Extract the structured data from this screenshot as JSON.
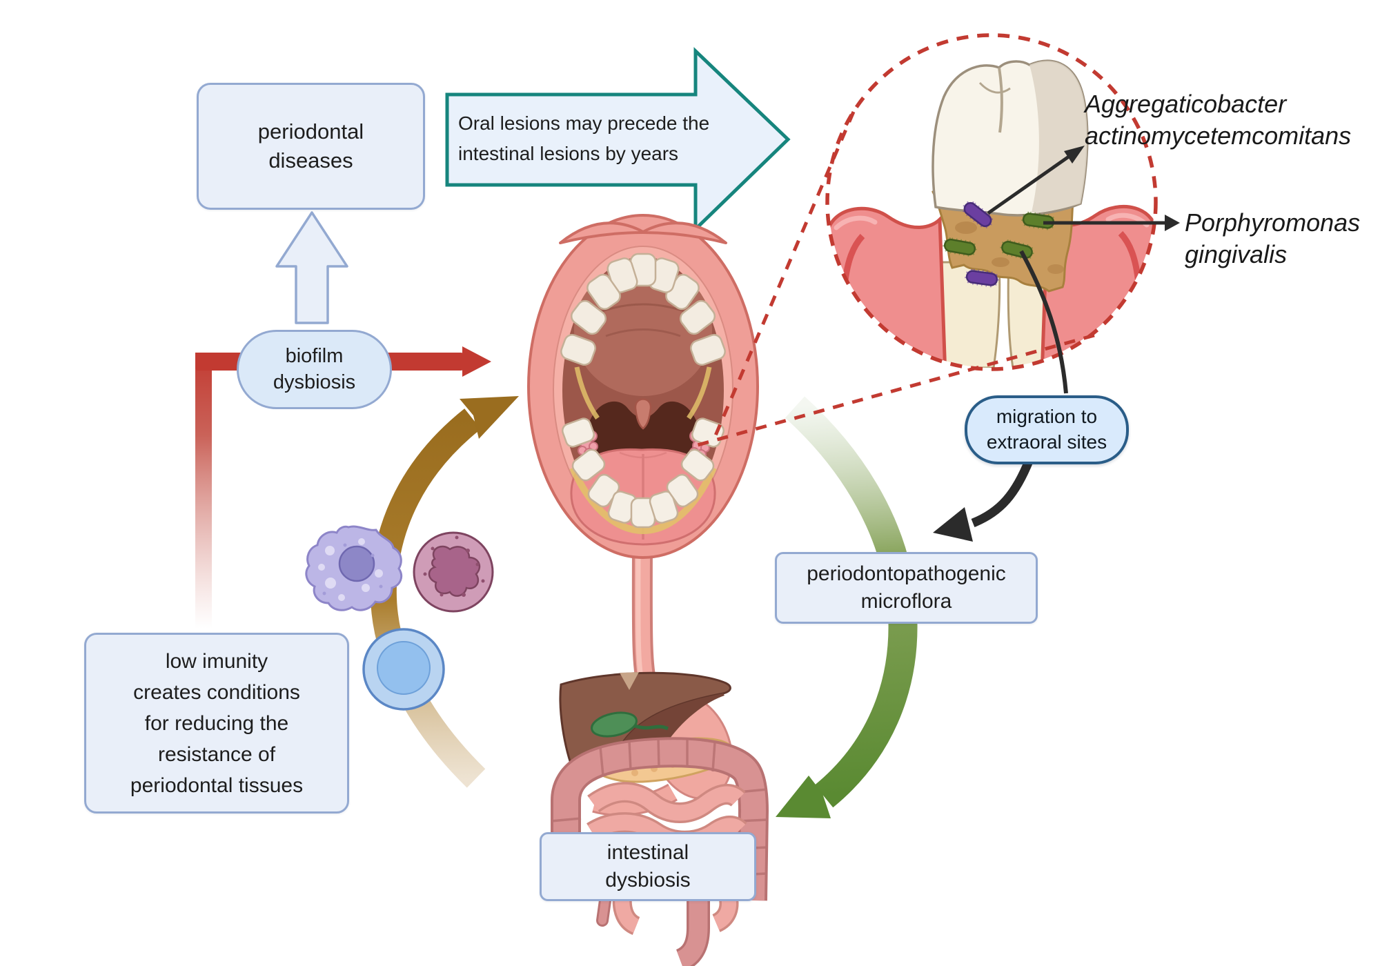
{
  "title": "Periodontal disease and intestinal dysbiosis pathway diagram",
  "boxes": {
    "periodontal_diseases": {
      "lines": [
        "periodontal",
        "diseases"
      ]
    },
    "oral_lesions_note": {
      "lines": [
        "Oral lesions may precede the",
        "intestinal lesions by years"
      ]
    },
    "biofilm_dysbiosis": {
      "lines": [
        "biofilm",
        "dysbiosis"
      ]
    },
    "low_immunity": {
      "lines": [
        "low imunity",
        "creates conditions",
        "for reducing the",
        "resistance of",
        "periodontal tissues"
      ]
    },
    "migration": {
      "lines": [
        "migration to",
        "extraoral sites"
      ]
    },
    "periodontopathogenic": {
      "lines": [
        "periodontopathogenic",
        "microflora"
      ]
    },
    "intestinal_dysbiosis": {
      "lines": [
        "intestinal",
        "dysbiosis"
      ]
    }
  },
  "bacteria_labels": {
    "aggregatibacter": {
      "lines": [
        "Aggregaticobacter",
        "actinomycetemcomitans"
      ]
    },
    "porphyromonas": {
      "lines": [
        "Porphyromonas",
        "gingivalis"
      ]
    }
  },
  "colors": {
    "teal_arrow": "#16857d",
    "red_arrow": "#c23a31",
    "brown_arrow": "#9a6d1f",
    "green_arrow": "#5a8a32",
    "black_arrow": "#2b2b2b",
    "box_fill": "#e9eff9",
    "box_border": "#93a9d1",
    "pill_fill": "#dbe9f8",
    "navy_pill_border": "#2a5d88",
    "dashed_red": "#c23a31",
    "purple_bacterium": "#6b3fa0",
    "green_bacterium": "#5d7f2b"
  }
}
